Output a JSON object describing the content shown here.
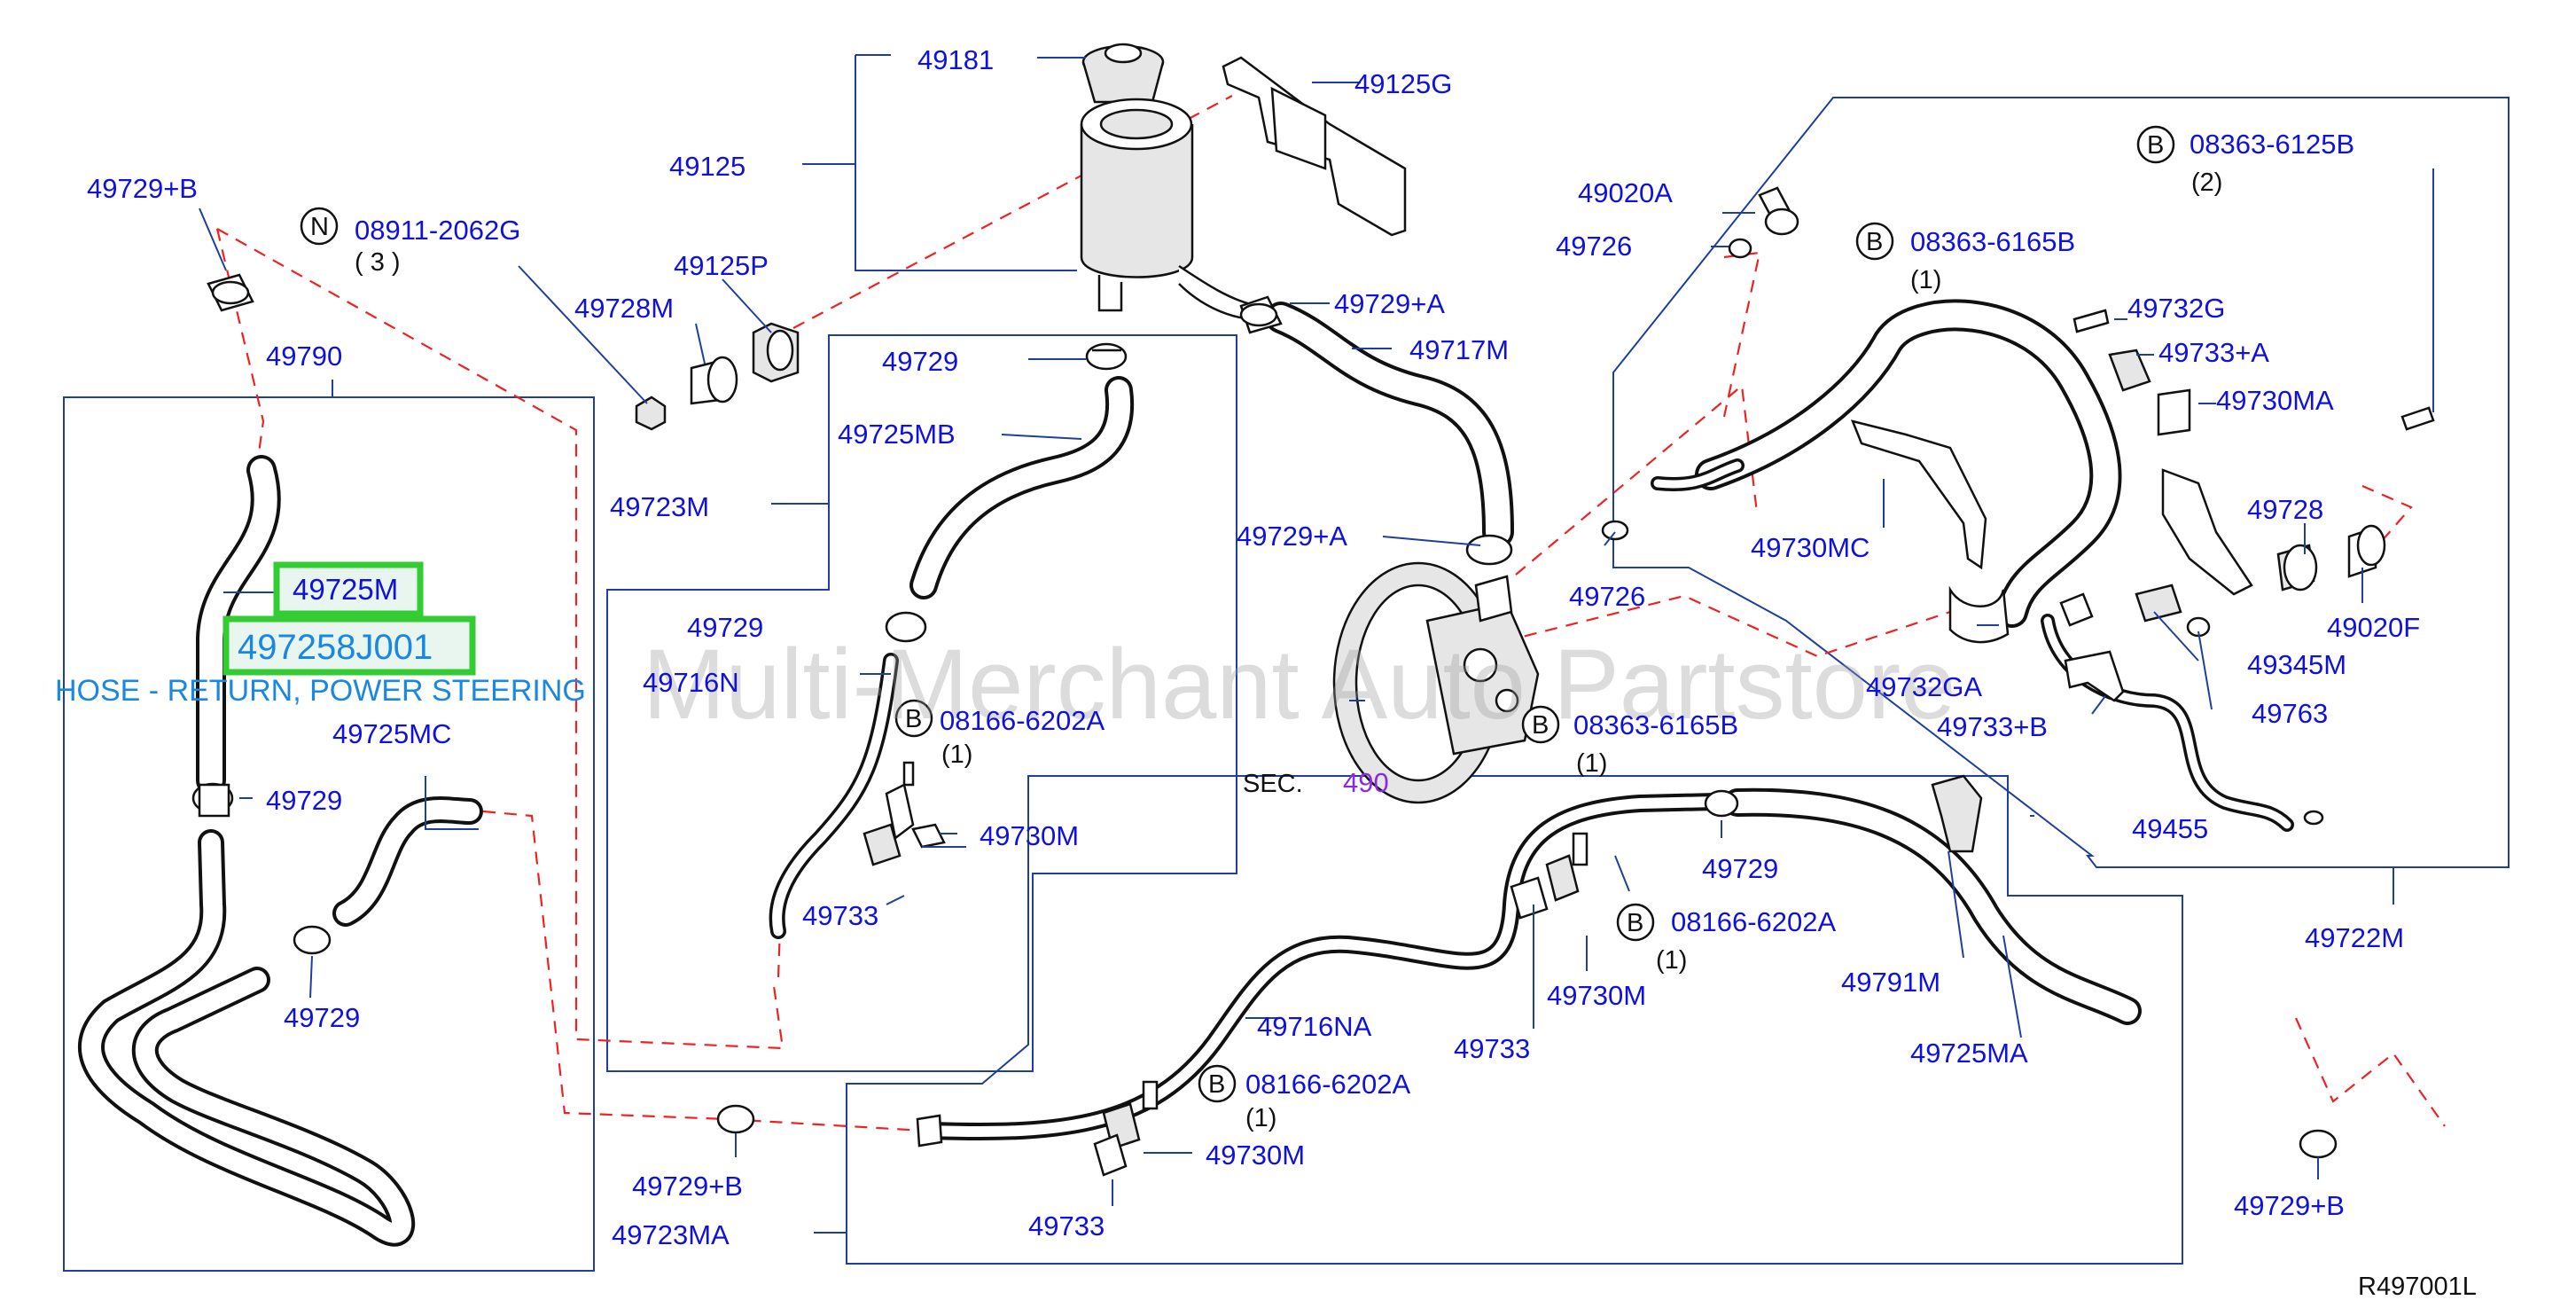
{
  "labels": {
    "p49181": "49181",
    "p49125G": "49125G",
    "p49125": "49125",
    "p49729B_top": "49729+B",
    "n_08911": "08911-2062G",
    "n_08911_qty": "( 3 )",
    "p49125P": "49125P",
    "p49728M": "49728M",
    "p49729A_top": "49729+A",
    "p49717M": "49717M",
    "p49790": "49790",
    "p49729_mid": "49729",
    "p49725MB": "49725MB",
    "p49723M": "49723M",
    "p49729A_mid": "49729+A",
    "p49020A": "49020A",
    "p49726_top": "49726",
    "b_08363_6125B": "08363-6125B",
    "b_08363_6125B_qty": "(2)",
    "b_08363_6165B_top": "08363-6165B",
    "b_08363_6165B_top_qty": "(1)",
    "p49732G": "49732G",
    "p49733A": "49733+A",
    "p49730MA": "49730MA",
    "p49728": "49728",
    "p49020F": "49020F",
    "p49730MC": "49730MC",
    "p49726_mid": "49726",
    "p49725M": "49725M",
    "p497258J001": "497258J001",
    "desc": "HOSE - RETURN, POWER STEERING",
    "p49729_l": "49729",
    "p49716N": "49716N",
    "b_08166_6202A_1": "08166-6202A",
    "b_08166_6202A_1_qty": "(1)",
    "p49725MC": "49725MC",
    "b_08363_6165B_mid": "08363-6165B",
    "b_08363_6165B_mid_qty": "(1)",
    "p49732GA": "49732GA",
    "p49345M": "49345M",
    "p49763": "49763",
    "p49733B": "49733+B",
    "sec": "SEC.",
    "sec_num": "490",
    "p49729_lower": "49729",
    "p49730M_1": "49730M",
    "p49733_1": "49733",
    "p49729_left2": "49729",
    "p49455": "49455",
    "p49729_right": "49729",
    "b_08166_6202A_2": "08166-6202A",
    "b_08166_6202A_2_qty": "(1)",
    "p49722M": "49722M",
    "p49730M_2": "49730M",
    "p49791M": "49791M",
    "p49733_2": "49733",
    "p49716NA": "49716NA",
    "p49725MA": "49725MA",
    "b_08166_6202A_3": "08166-6202A",
    "b_08166_6202A_3_qty": "(1)",
    "p49729B_bl": "49729+B",
    "p49730M_3": "49730M",
    "p49723MA": "49723MA",
    "p49733_3": "49733",
    "p49729B_br": "49729+B",
    "ref": "R497001L"
  },
  "markers": {
    "N": "N",
    "B": "B"
  },
  "watermark": "Multi-Merchant Auto Partstore",
  "colors": {
    "part_number": "#1111dd",
    "description": "#1a88e0",
    "highlight": "#33cc33",
    "connector_dash": "#ee2222",
    "frame": "#1f3f9f",
    "section_ref": "#8a2be2"
  }
}
